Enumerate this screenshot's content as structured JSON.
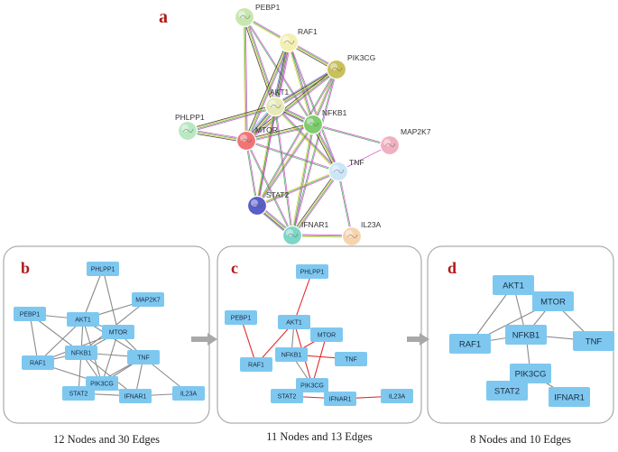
{
  "panel_a": {
    "letter": "a",
    "nodes": [
      {
        "id": "PEBP1",
        "label": "PEBP1",
        "color": "#c8e6b0"
      },
      {
        "id": "RAF1",
        "label": "RAF1",
        "color": "#f3efb2"
      },
      {
        "id": "PIK3CG",
        "label": "PIK3CG",
        "color": "#c9c05a"
      },
      {
        "id": "AKT1",
        "label": "AKT1",
        "color": "#e6eab8"
      },
      {
        "id": "NFKB1",
        "label": "NFKB1",
        "color": "#7dcc6e"
      },
      {
        "id": "PHLPP1",
        "label": "PHLPP1",
        "color": "#b9e8c2"
      },
      {
        "id": "MTOR",
        "label": "MTOR",
        "color": "#f07474"
      },
      {
        "id": "MAP2K7",
        "label": "MAP2K7",
        "color": "#f0b0c0"
      },
      {
        "id": "TNF",
        "label": "TNF",
        "color": "#cbe6f7"
      },
      {
        "id": "STAT2",
        "label": "STAT2",
        "color": "#5a5ec8"
      },
      {
        "id": "IFNAR1",
        "label": "IFNAR1",
        "color": "#7dd6c8"
      },
      {
        "id": "IL23A",
        "label": "IL23A",
        "color": "#f6d4ae"
      }
    ],
    "edge_colors": [
      "#d24bd4",
      "#3aa64a",
      "#e2d23b",
      "#2d2d2d",
      "#7f7fd8",
      "#8fd4e0"
    ]
  },
  "panel_b": {
    "letter": "b",
    "nodes": [
      "PHLPP1",
      "MAP2K7",
      "PEBP1",
      "AKT1",
      "MTOR",
      "NFKB1",
      "RAF1",
      "TNF",
      "PIK3CG",
      "STAT2",
      "IFNAR1",
      "IL23A"
    ],
    "caption": "12 Nodes and 30 Edges"
  },
  "panel_c": {
    "letter": "c",
    "nodes": [
      "PHLPP1",
      "PEBP1",
      "AKT1",
      "MTOR",
      "NFKB1",
      "RAF1",
      "TNF",
      "PIK3CG",
      "STAT2",
      "IFNAR1",
      "IL23A"
    ],
    "caption": "11 Nodes and 13 Edges"
  },
  "panel_d": {
    "letter": "d",
    "nodes": [
      "AKT1",
      "MTOR",
      "NFKB1",
      "RAF1",
      "TNF",
      "PIK3CG",
      "STAT2",
      "IFNAR1"
    ],
    "caption": "8 Nodes and 10 Edges"
  },
  "colors": {
    "node_fill": "#7ec8f0",
    "panel_border": "#9a9a9a",
    "gray_edge": "#8a8a8a",
    "red_edge": "#e02a2a",
    "arrow": "#a8a8a8",
    "letter": "#b01a1a"
  }
}
